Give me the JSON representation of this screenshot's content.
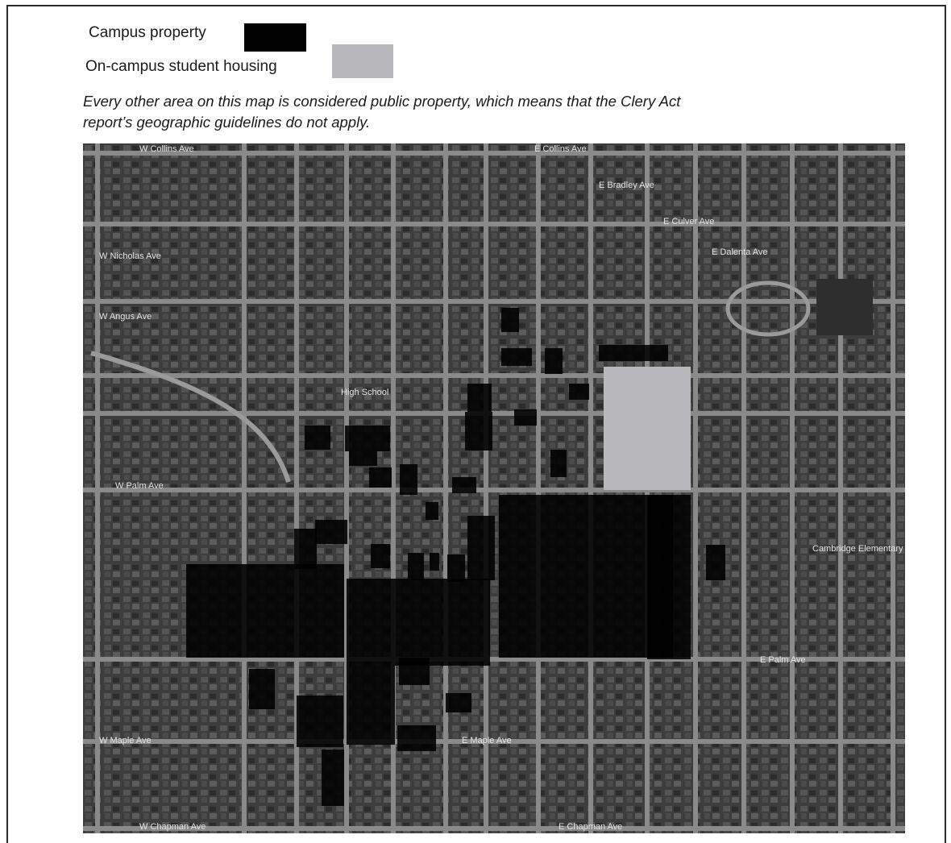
{
  "legend": {
    "campus_property_label": "Campus property",
    "campus_property_color": "#000000",
    "housing_label": "On-campus student housing",
    "housing_color": "#b9b9bd"
  },
  "note": "Every other area on this map is considered public property, which means that the Clery Act report’s geographic guidelines do not apply.",
  "map": {
    "street_labels": [
      "W Collins Ave",
      "E Collins Ave",
      "E Bradley Ave",
      "E Culver Ave",
      "W Nicholas Ave",
      "E Dalenta Ave",
      "W Angus Ave",
      "W Palm Ave",
      "E Palm Ave",
      "W Maple Ave",
      "E Maple Ave",
      "W Chapman Ave",
      "E Chapman Ave",
      "Cambridge Elementary School",
      "High School"
    ]
  }
}
